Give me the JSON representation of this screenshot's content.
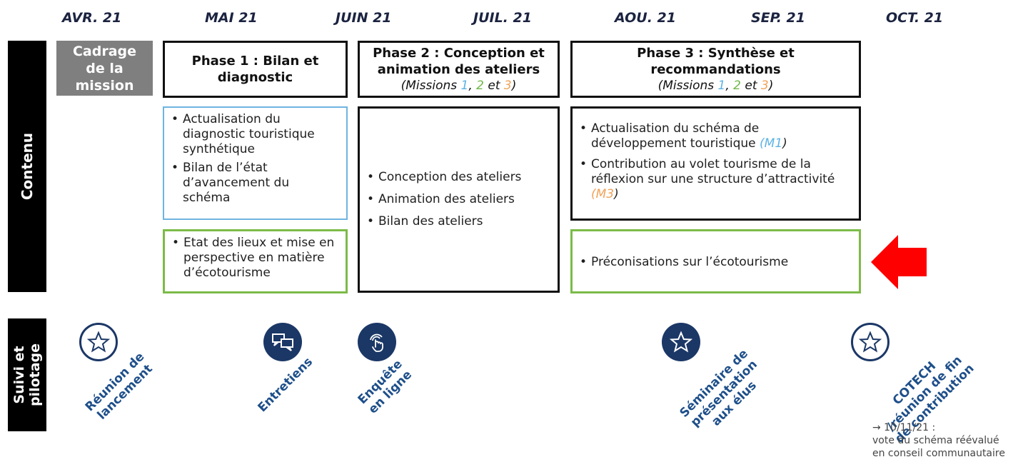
{
  "months": [
    "AVR. 21",
    "MAI 21",
    "JUIN 21",
    "JUIL. 21",
    "AOU. 21",
    "SEP. 21",
    "OCT. 21"
  ],
  "sidebar": {
    "contenu": "Contenu",
    "suivi_line1": "Suivi et",
    "suivi_line2": "pilotage"
  },
  "cadrage": {
    "line1": "Cadrage",
    "line2": "de la",
    "line3": "mission"
  },
  "phase1": {
    "title_line1": "Phase 1 : Bilan et",
    "title_line2": "diagnostic"
  },
  "phase2": {
    "title_line1": "Phase 2 : Conception et",
    "title_line2": "animation des ateliers",
    "missions_prefix": "(Missions ",
    "m1": "1",
    "sep1": ", ",
    "m2": "2",
    "and": " et ",
    "m3": "3",
    "missions_suffix": ")"
  },
  "phase3": {
    "title_line1": "Phase 3 : Synthèse et",
    "title_line2": "recommandations",
    "missions_prefix": "(Missions ",
    "m1": "1",
    "sep1": ", ",
    "m2": "2",
    "and": " et ",
    "m3": "3",
    "missions_suffix": ")"
  },
  "phase1_items": [
    "Actualisation du diagnostic touristique synthétique",
    "Bilan de l’état d’avancement du schéma"
  ],
  "phase1_eco": "Etat des lieux et mise en perspective en matière d’écotourisme",
  "phase2_items": [
    "Conception des ateliers",
    "Animation des ateliers",
    "Bilan des ateliers"
  ],
  "phase3_items": {
    "item1_text": "Actualisation du schéma de développement touristique ",
    "item1_tag_open": "(",
    "item1_tag": "M1",
    "item1_tag_close": ")",
    "item2_text": "Contribution au volet tourisme de la réflexion sur une structure d’attractivité ",
    "item2_tag_open": "(",
    "item2_tag": "M3",
    "item2_tag_close": ")"
  },
  "phase3_eco": "Préconisations sur l’écotourisme",
  "milestones": {
    "lancement": {
      "line1": "Réunion de",
      "line2": "lancement",
      "icon": "star-icon"
    },
    "entretiens": {
      "line1": "Entretiens",
      "icon": "chat-icon"
    },
    "enquete": {
      "line1": "Enquête",
      "line2": "en ligne",
      "icon": "touch-icon"
    },
    "seminaire": {
      "line1": "Séminaire de",
      "line2": "présentation",
      "line3": "aux élus",
      "icon": "star-icon"
    },
    "cotech": {
      "line1": "COTECH",
      "line2": "/réunion de fin",
      "line3": "de contribution",
      "icon": "star-icon"
    }
  },
  "note": {
    "line1": "→ 10/11/21 :",
    "line2": "vote du schéma réévalué",
    "line3": "en conseil communautaire"
  },
  "colors": {
    "navy": "#1b3766",
    "blue_border": "#6fb4e0",
    "green_border": "#7cbb48",
    "arrow_red": "#ff0000",
    "cadrage_gray": "#7f7f7f"
  }
}
